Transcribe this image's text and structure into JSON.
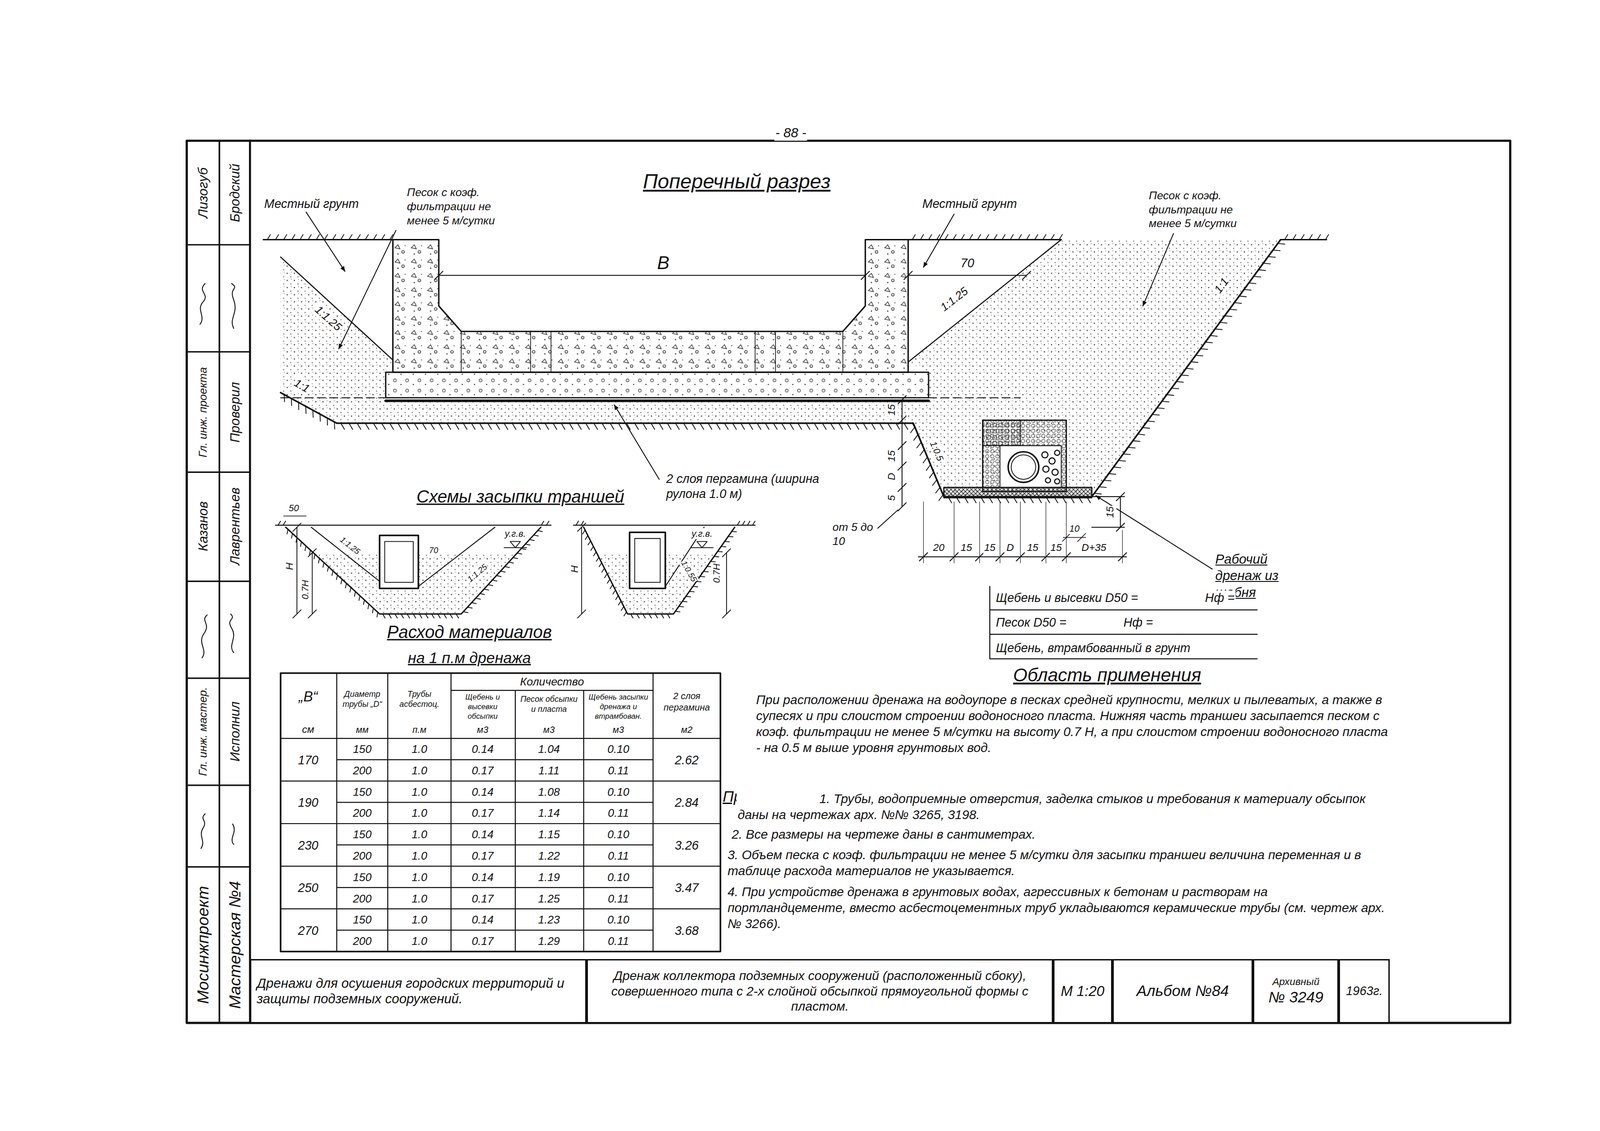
{
  "diagram": {
    "title": "Поперечный разрез",
    "nodes": [
      {
        "text": [
          "Дренажи для осушения городских территорий и защиты подземных сооружений."
        ]
      },
      {
        "text": [
          "Дренаж коллектора подземных сооружений (расположенный сбоку), совершенного типа с 2-х слойной обсыпкой прямоугольной формы с пластом."
        ]
      },
      {
        "text": [
          "М 1:20"
        ]
      },
      {
        "text": [
          "Альбом №84"
        ]
      },
      {
        "text": [
          "Архивный",
          "№ 3249"
        ]
      },
      {
        "text": [
          "1963г."
        ]
      }
    ],
    "labels": [
      "- 88 -",
      "Местный грунт",
      "Песок с коэф. фильтрации не менее 5 м/сутки",
      "В",
      "70",
      "Местный грунт",
      "Песок с коэф. фильтрации не менее 5 м/сутки",
      "1:1.25",
      "1:1.25",
      "1:1",
      "1:1",
      "1:0.5",
      "2 слоя пергамина (ширина рулона 1.0 м)",
      "от 5 до 10",
      "15",
      "15",
      "D",
      "5",
      "15",
      "20",
      "15",
      "15",
      "D",
      "15",
      "15",
      "D+35",
      "10",
      "Рабочий дренаж из щебня",
      "Щебень и высевки D50 =",
      "Нф =",
      "Песок D50 =",
      "Нф =",
      "Щебень, втрамбованный в грунт",
      "Схемы засыпки траншей",
      "50",
      "у.г.в.",
      "Н",
      "0.7Н",
      "1:1.25",
      "70",
      "1:1.25",
      "у.г.в.",
      "Н",
      "0.7Н",
      "1:0.55",
      "Расход материалов",
      "на 1 п.м дренажа",
      "„В“",
      "см",
      "Диаметр трубы „D“",
      "мм",
      "Трубы асбестоц.",
      "п.м",
      "Количество",
      "Щебень и высевки обсыпки",
      "м3",
      "Песок обсыпки и пласта",
      "м3",
      "Щебень засыпки дренажа и втрамбован.",
      "м3",
      "2 слоя пергамина",
      "м2",
      "Область применения",
      "При расположении дренажа на водоупоре в песках средней крупности, мелких и пылеватых, а также в супесях и при слоистом строении водоносного пласта. Нижняя часть траншеи засыпается песком с коэф. фильтрации не менее 5 м/сутки на высоту 0.7 Н, а при слоистом строении водоносного пласта - на 0.5 м выше уровня грунтовых вод.",
      "Примечания:",
      "1. Трубы, водоприемные отверстия, заделка стыков и требования к материалу обсыпок даны на чертежах арх. №№ 3265, 3198.",
      "2. Все размеры на чертеже даны в сантиметрах.",
      "3. Объем песка с коэф. фильтрации не менее 5 м/сутки для засыпки траншеи величина переменная и в таблице расхода материалов не указывается.",
      "4. При устройстве дренажа в грунтовых водах, агрессивных к бетонам и растворам на портландцементе, вместо асбестоцементных труб укладываются керамические трубы (см. чертеж арх. № 3266).",
      "Лизогуб",
      "Бродский",
      "Гл. инж. проекта",
      "Проверил",
      "Казанов",
      "Лаврентьев",
      "Гл. инж. мастер.",
      "Исполнил",
      "Мосинжпроект",
      "Мастерская №4",
      "170",
      "150",
      "1.0",
      "0.14",
      "1.04",
      "0.10",
      "200",
      "1.0",
      "0.17",
      "1.11",
      "0.11",
      "2.62",
      "190",
      "150",
      "1.0",
      "0.14",
      "1.08",
      "0.10",
      "200",
      "1.0",
      "0.17",
      "1.14",
      "0.11",
      "2.84",
      "230",
      "150",
      "1.0",
      "0.14",
      "1.15",
      "0.10",
      "200",
      "1.0",
      "0.17",
      "1.22",
      "0.11",
      "3.26",
      "250",
      "150",
      "1.0",
      "0.14",
      "1.19",
      "0.10",
      "200",
      "1.0",
      "0.17",
      "1.25",
      "0.11",
      "3.47",
      "270",
      "150",
      "1.0",
      "0.14",
      "1.23",
      "0.10",
      "200",
      "1.0",
      "0.17",
      "1.29",
      "0.11",
      "3.68"
    ]
  }
}
